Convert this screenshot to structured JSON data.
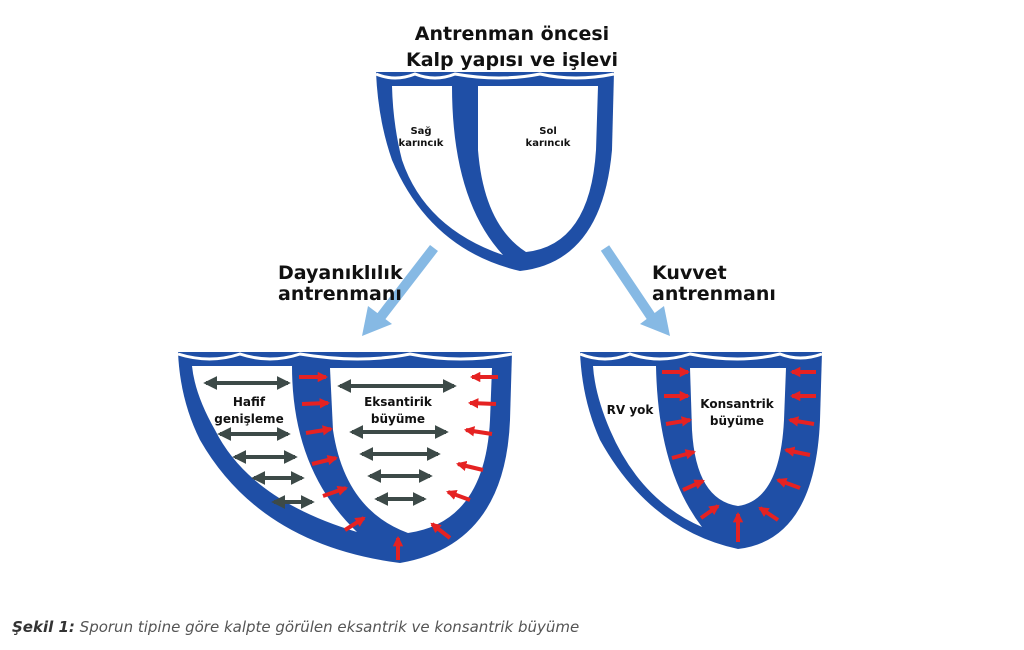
{
  "title": {
    "line1": "Antrenman öncesi",
    "line2": "Kalp yapısı ve işlevi"
  },
  "top_heart": {
    "right_ventricle": [
      "Sağ",
      "karıncık"
    ],
    "left_ventricle": [
      "Sol",
      "karıncık"
    ]
  },
  "branches": {
    "left": [
      "Dayanıklılık",
      "antrenmanı"
    ],
    "right": [
      "Kuvvet",
      "antrenmanı"
    ]
  },
  "left_heart": {
    "rv_label": [
      "Hafif",
      "genişleme"
    ],
    "lv_label": [
      "Eksantirik",
      "büyüme"
    ]
  },
  "right_heart": {
    "rv_label": "RV yok",
    "lv_label": [
      "Konsantrik",
      "büyüme"
    ]
  },
  "caption": {
    "prefix": "Şekil 1:",
    "text": " Sporun tipine göre kalpte görülen eksantrik ve konsantrik büyüme"
  },
  "colors": {
    "wall": "#1f4fa6",
    "arrow_branch": "#86b9e4",
    "growth_arrow": "#e52222",
    "dilation_arrow": "#3d4a48"
  }
}
